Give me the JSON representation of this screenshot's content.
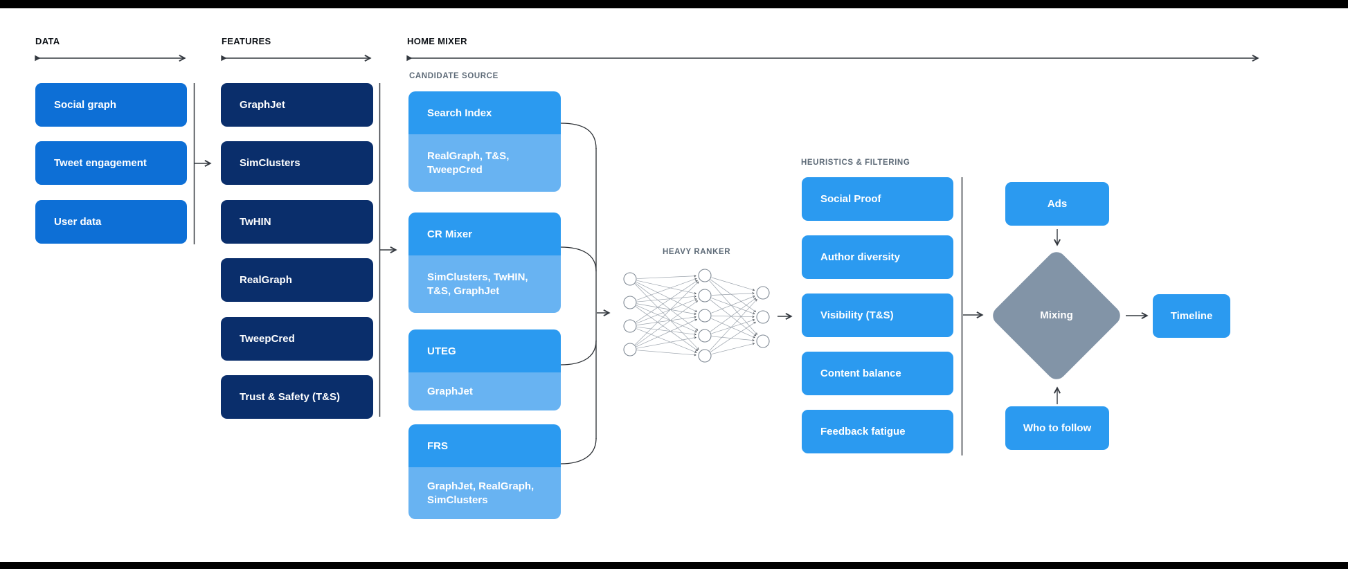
{
  "colors": {
    "bar": "#000000",
    "box_data": "#0d6fd6",
    "box_feature": "#0a2e6b",
    "box_source": "#2b9af0",
    "box_source_sub": "#68b3f2",
    "box_filter": "#2b9af0",
    "box_output": "#2b9af0",
    "diamond": "#8294a7",
    "line": "#33383f",
    "label": "#5d6a77"
  },
  "headers": {
    "data": "DATA",
    "features": "FEATURES",
    "home_mixer": "HOME MIXER"
  },
  "data_sources": [
    "Social graph",
    "Tweet engagement",
    "User data"
  ],
  "features": [
    "GraphJet",
    "SimClusters",
    "TwHIN",
    "RealGraph",
    "TweepCred",
    "Trust & Safety (T&S)"
  ],
  "candidate_source": {
    "label": "CANDIDATE SOURCE",
    "items": [
      {
        "name": "Search Index",
        "features": "RealGraph, T&S, TweepCred"
      },
      {
        "name": "CR Mixer",
        "features": "SimClusters, TwHIN, T&S, GraphJet"
      },
      {
        "name": "UTEG",
        "features": "GraphJet"
      },
      {
        "name": "FRS",
        "features": "GraphJet, RealGraph, SimClusters"
      }
    ]
  },
  "heavy_ranker": {
    "label": "HEAVY RANKER"
  },
  "heuristics": {
    "label": "HEURISTICS & FILTERING",
    "items": [
      "Social Proof",
      "Author diversity",
      "Visibility (T&S)",
      "Content balance",
      "Feedback fatigue"
    ]
  },
  "mixing": {
    "ads": "Ads",
    "diamond": "Mixing",
    "who_to_follow": "Who to follow",
    "timeline": "Timeline"
  }
}
